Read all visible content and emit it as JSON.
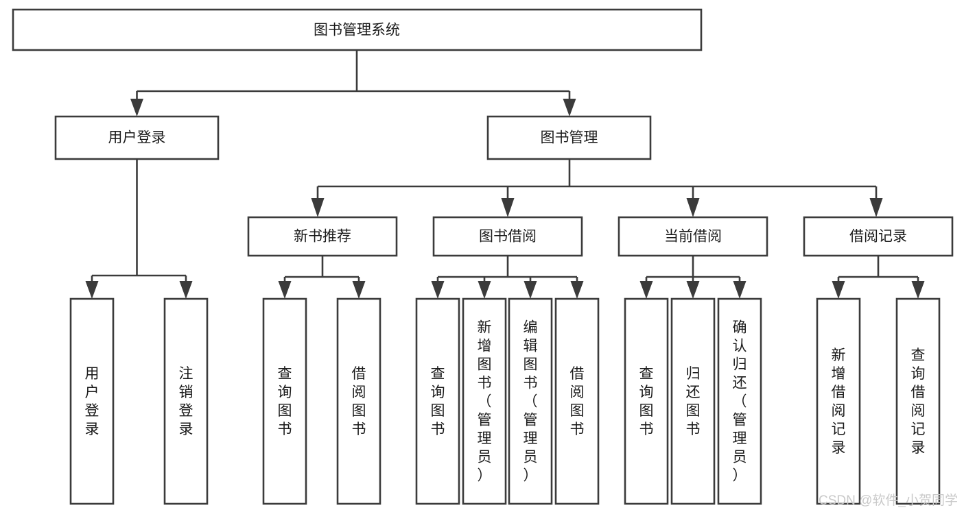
{
  "diagram": {
    "title": "图书管理系统",
    "type": "tree-hierarchy-diagram",
    "colors": {
      "stroke": "#3b3b3b",
      "box_fill": "#ffffff",
      "text": "#1a1a1a",
      "background": "#ffffff",
      "watermark": "#c9c9c9"
    },
    "root": {
      "id": "root",
      "label": "图书管理系统",
      "orientation": "horizontal"
    },
    "level2": [
      {
        "id": "user-login",
        "label": "用户登录",
        "orientation": "horizontal"
      },
      {
        "id": "book-management",
        "label": "图书管理",
        "orientation": "horizontal"
      }
    ],
    "level3": [
      {
        "id": "new-book-recommend",
        "label": "新书推荐",
        "orientation": "horizontal"
      },
      {
        "id": "book-borrow",
        "label": "图书借阅",
        "orientation": "horizontal"
      },
      {
        "id": "current-borrow",
        "label": "当前借阅",
        "orientation": "horizontal"
      },
      {
        "id": "borrow-record",
        "label": "借阅记录",
        "orientation": "horizontal"
      }
    ],
    "leaves": {
      "user-login": [
        {
          "id": "leaf-user-login",
          "label": "用户登录",
          "orientation": "vertical"
        },
        {
          "id": "leaf-user-logout",
          "label": "注销登录",
          "orientation": "vertical"
        }
      ],
      "new-book-recommend": [
        {
          "id": "leaf-query-book-1",
          "label": "查询图书",
          "orientation": "vertical"
        },
        {
          "id": "leaf-borrow-book-1",
          "label": "借阅图书",
          "orientation": "vertical"
        }
      ],
      "book-borrow": [
        {
          "id": "leaf-query-book-2",
          "label": "查询图书",
          "orientation": "vertical"
        },
        {
          "id": "leaf-add-book",
          "label": "新增图书（管理员）",
          "orientation": "vertical"
        },
        {
          "id": "leaf-edit-book",
          "label": "编辑图书（管理员）",
          "orientation": "vertical"
        },
        {
          "id": "leaf-borrow-book-2",
          "label": "借阅图书",
          "orientation": "vertical"
        }
      ],
      "current-borrow": [
        {
          "id": "leaf-query-book-3",
          "label": "查询图书",
          "orientation": "vertical"
        },
        {
          "id": "leaf-return-book",
          "label": "归还图书",
          "orientation": "vertical"
        },
        {
          "id": "leaf-confirm-return",
          "label": "确认归还（管理员）",
          "orientation": "vertical"
        }
      ],
      "borrow-record": [
        {
          "id": "leaf-add-record",
          "label": "新增借阅记录",
          "orientation": "vertical"
        },
        {
          "id": "leaf-query-record",
          "label": "查询借阅记录",
          "orientation": "vertical"
        }
      ]
    },
    "watermark": "CSDN @软件_小贺同学"
  }
}
